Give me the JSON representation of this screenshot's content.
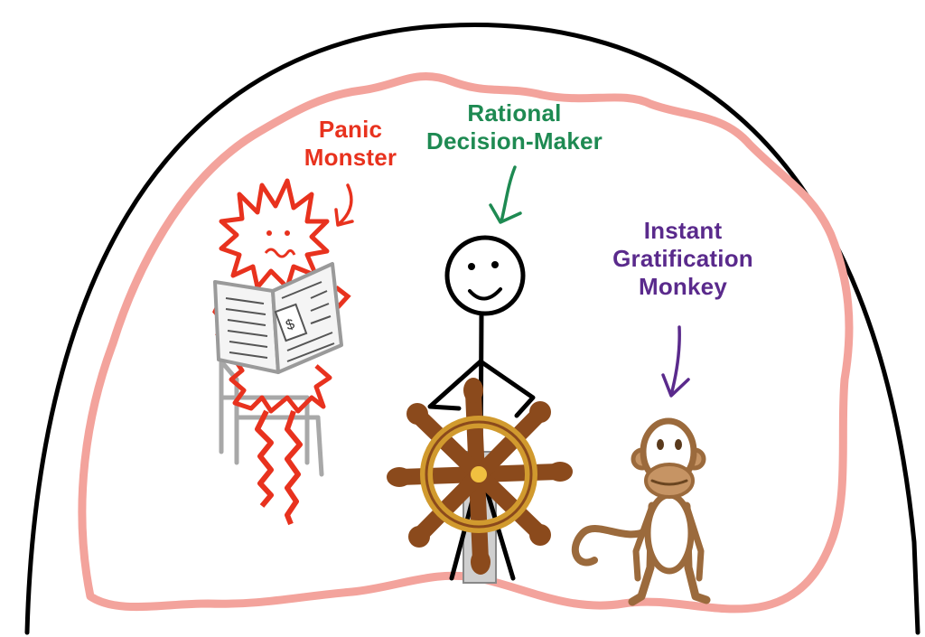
{
  "characters": {
    "panic_monster": {
      "line1": "Panic",
      "line2": "Monster",
      "color": "#e8321e"
    },
    "rational_decision_maker": {
      "line1": "Rational",
      "line2": "Decision-Maker",
      "color": "#1e8a52"
    },
    "instant_gratification_monkey": {
      "line1": "Instant",
      "line2": "Gratification",
      "line3": "Monkey",
      "color": "#5a2a8c"
    }
  },
  "colors": {
    "head_outline": "#000000",
    "brain_outline": "#f3a39c",
    "wheel_wood": "#8b4a1c",
    "wheel_ring": "#d19a2e",
    "monkey_fur": "#9b6a3c",
    "monkey_face": "#c69464",
    "chair": "#a8a8a8"
  },
  "icons": [
    "ship-wheel-icon",
    "newspaper-icon",
    "arrow-icon"
  ]
}
